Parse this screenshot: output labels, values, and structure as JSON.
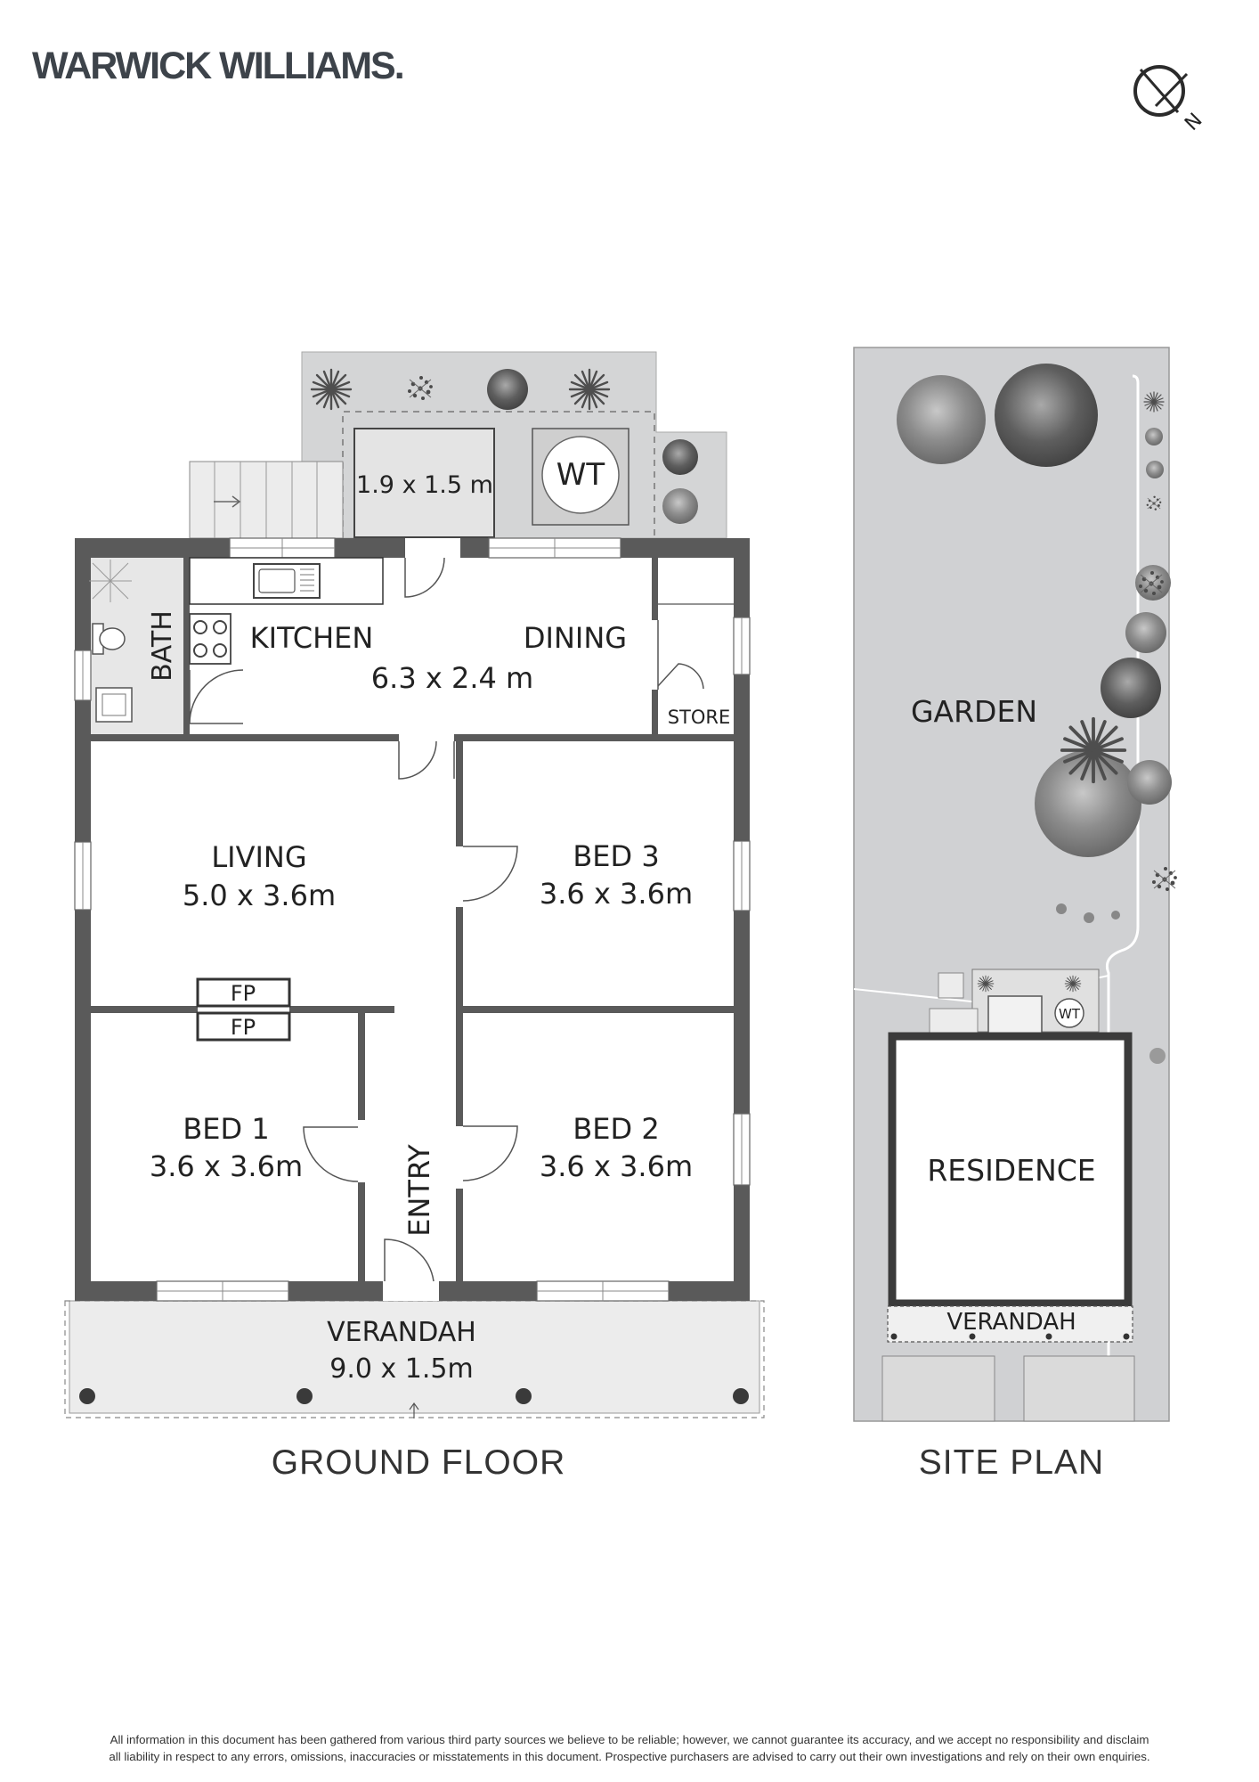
{
  "brand": {
    "name": "WARWICK WILLIAMS."
  },
  "compass": {
    "label": "N"
  },
  "ground_floor": {
    "caption": "GROUND FLOOR",
    "rooms": {
      "deck": {
        "dims": "1.9 x 1.5 m"
      },
      "water_tank": {
        "label": "WT"
      },
      "bath": {
        "label": "BATH"
      },
      "kitchen": {
        "label": "KITCHEN"
      },
      "dining": {
        "label": "DINING",
        "dims": "6.3 x 2.4 m"
      },
      "store": {
        "label": "STORE"
      },
      "living": {
        "label": "LIVING",
        "dims": "5.0 x 3.6m"
      },
      "bed3": {
        "label": "BED 3",
        "dims": "3.6 x 3.6m"
      },
      "fireplace_1": {
        "label": "FP"
      },
      "fireplace_2": {
        "label": "FP"
      },
      "bed1": {
        "label": "BED 1",
        "dims": "3.6 x 3.6m"
      },
      "bed2": {
        "label": "BED 2",
        "dims": "3.6 x 3.6m"
      },
      "entry": {
        "label": "ENTRY"
      },
      "verandah": {
        "label": "VERANDAH",
        "dims": "9.0 x 1.5m"
      }
    }
  },
  "site_plan": {
    "caption": "SITE PLAN",
    "garden": {
      "label": "GARDEN"
    },
    "water_tank": {
      "label": "WT"
    },
    "residence": {
      "label": "RESIDENCE"
    },
    "verandah": {
      "label": "VERANDAH"
    }
  },
  "disclaimer": {
    "line1": "All information in this document has been gathered from various third party sources we believe to be reliable; however, we cannot guarantee its accuracy, and we accept no responsibility and disclaim",
    "line2": "all liability in respect to any errors, omissions, inaccuracies or misstatements in this document. Prospective purchasers are advised to carry out their own investigations and rely on their own enquiries."
  },
  "colors": {
    "wall": "#5a5a5a",
    "outdoor": "#d4d5d6",
    "verandah": "#ececec",
    "garden": "#d0d1d3",
    "tree_light": "#9a9a9a",
    "tree_dark": "#5b5b5b"
  }
}
